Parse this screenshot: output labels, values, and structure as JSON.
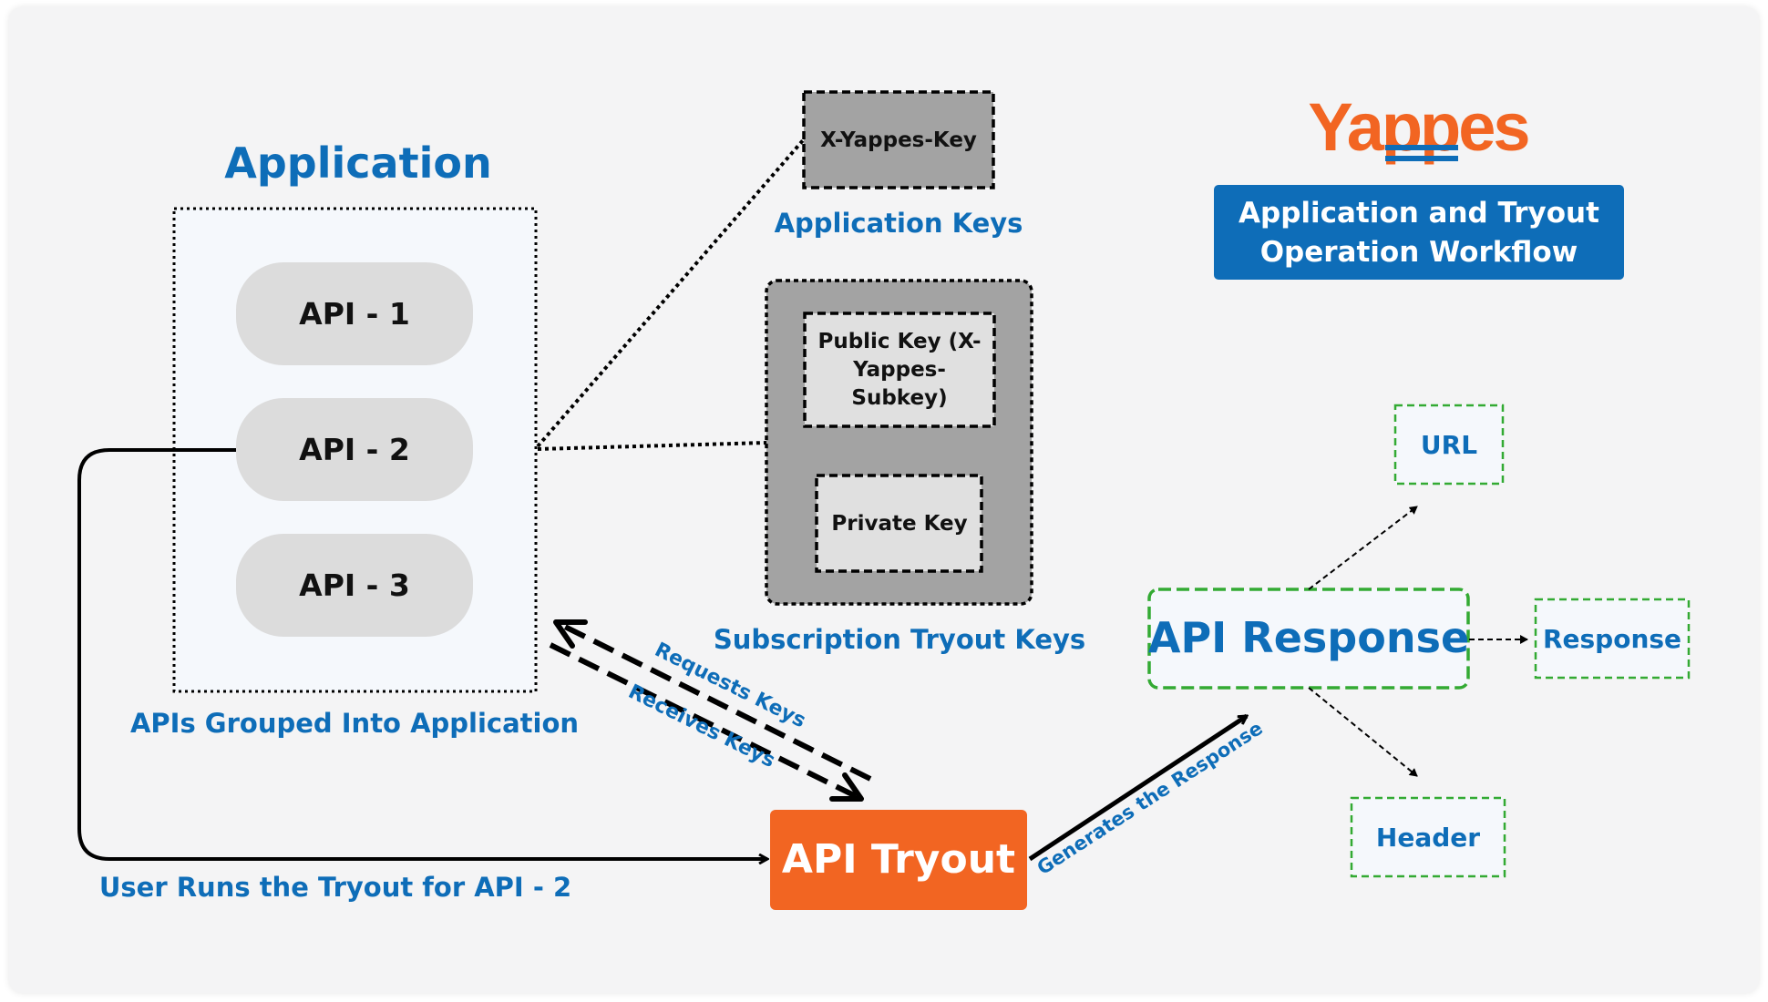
{
  "logo": {
    "text": "Yappes"
  },
  "workflow_title": {
    "line1": "Application and Tryout",
    "line2": "Operation Workflow"
  },
  "application": {
    "title": "Application",
    "apis": [
      "API - 1",
      "API - 2",
      "API - 3"
    ],
    "caption": "APIs Grouped Into Application"
  },
  "application_keys": {
    "key": "X-Yappes-Key",
    "caption": "Application Keys"
  },
  "subscription_keys": {
    "public_key": [
      "Public Key (X-",
      "Yappes-",
      "Subkey)"
    ],
    "private_key": "Private Key",
    "caption": "Subscription Tryout Keys"
  },
  "edges": {
    "requests": "Requests Keys",
    "receives": "Receives Keys",
    "user_runs": "User Runs the Tryout for API - 2",
    "generates": "Generates the Response"
  },
  "tryout": {
    "label": "API Tryout"
  },
  "response": {
    "label": "API Response",
    "outputs": [
      "URL",
      "Response",
      "Header"
    ]
  },
  "colors": {
    "blue": "#0e6db8",
    "orange": "#f26522",
    "green": "#33aa33",
    "gray_box": "#a3a3a3",
    "pill": "#dcdcdc"
  }
}
